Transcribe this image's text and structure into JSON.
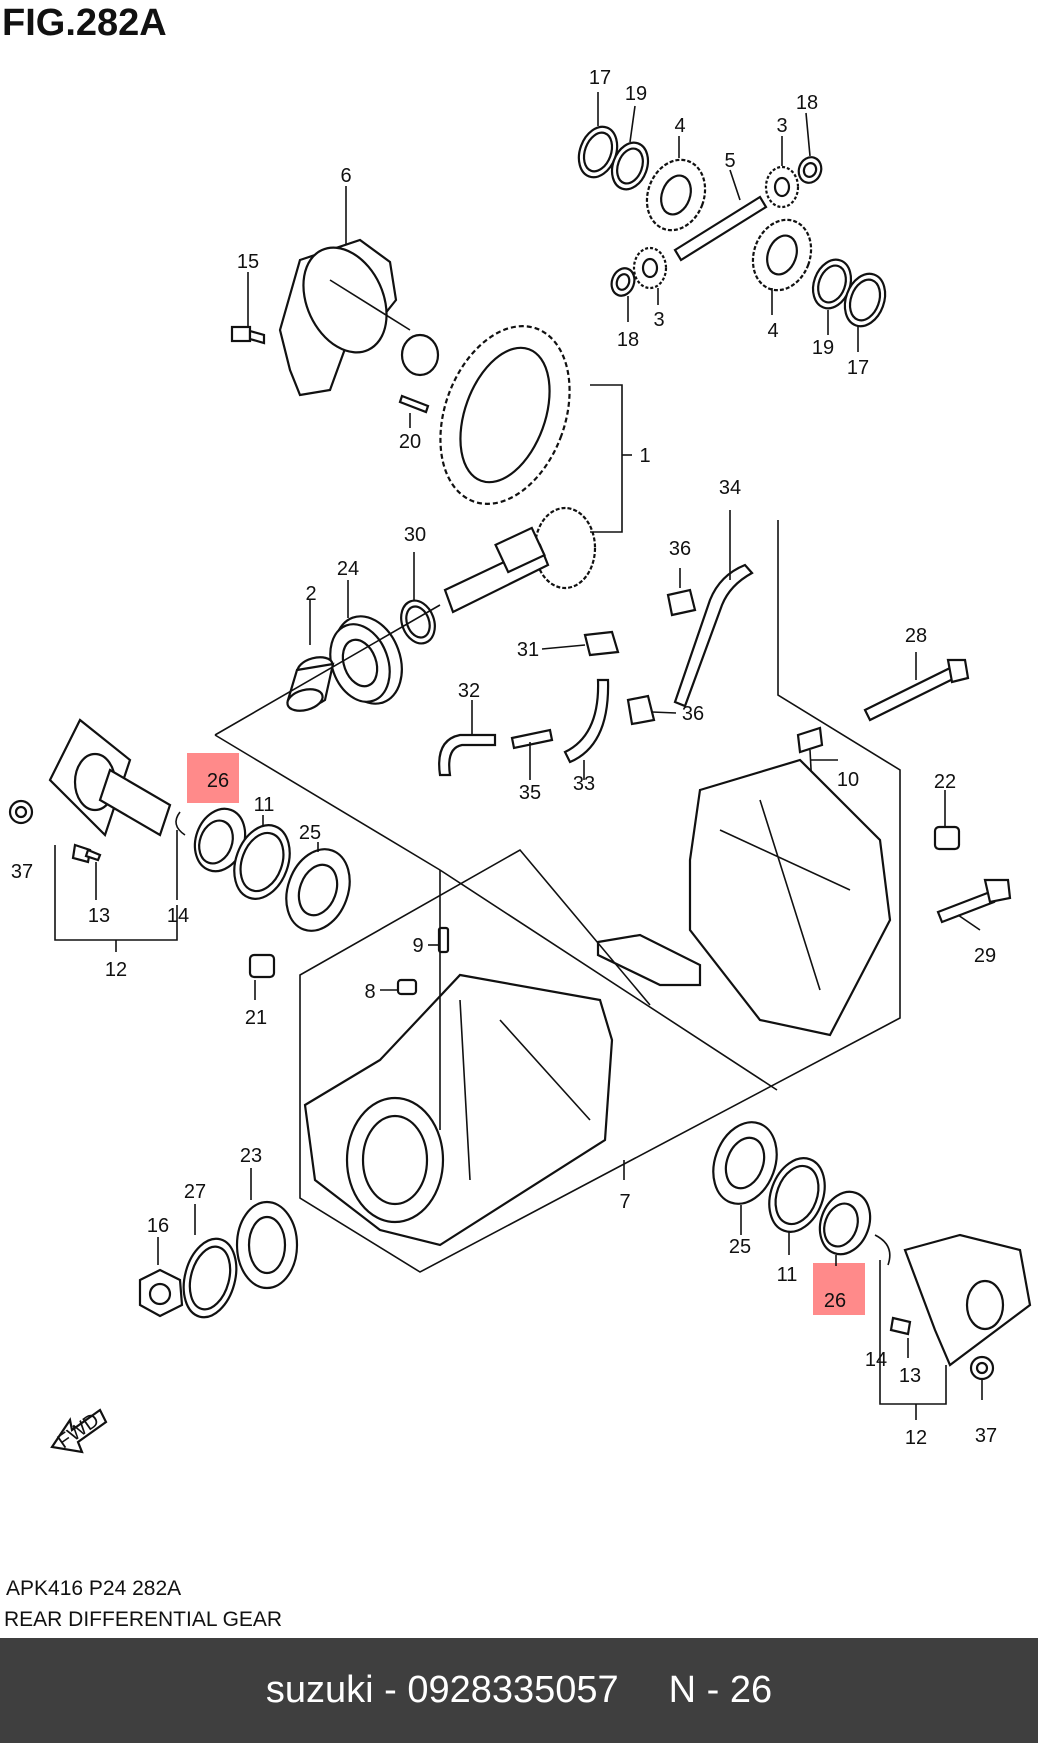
{
  "figure": {
    "title": "FIG.282A",
    "code_line": "APK416 P24 282A",
    "description": "REAR DIFFERENTIAL GEAR",
    "fwd_label": "FWD"
  },
  "highlight_color": "#ff8a8a",
  "callouts": {
    "c17a": "17",
    "c19a": "19",
    "c4a": "4",
    "c5": "5",
    "c3a": "3",
    "c18a": "18",
    "c6": "6",
    "c15": "15",
    "c18b": "18",
    "c3b": "3",
    "c4b": "4",
    "c19b": "19",
    "c17b": "17",
    "c20": "20",
    "c1": "1",
    "c34": "34",
    "c36a": "36",
    "c30": "30",
    "c24": "24",
    "c2": "2",
    "c31": "31",
    "c28": "28",
    "c32": "32",
    "c36b": "36",
    "c35": "35",
    "c33": "33",
    "c10": "10",
    "c22": "22",
    "c26a": "26",
    "c11a": "11",
    "c25a": "25",
    "c37a": "37",
    "c13a": "13",
    "c14a": "14",
    "c12a": "12",
    "c9": "9",
    "c8": "8",
    "c21": "21",
    "c29": "29",
    "c23": "23",
    "c27": "27",
    "c16": "16",
    "c7": "7",
    "c25b": "25",
    "c11b": "11",
    "c26b": "26",
    "c14b": "14",
    "c13b": "13",
    "c12b": "12",
    "c37b": "37"
  },
  "footer": {
    "brand": "suzuki",
    "separator": " - ",
    "part_number": "0928335057",
    "ref_prefix": "N",
    "ref_number": "26"
  }
}
